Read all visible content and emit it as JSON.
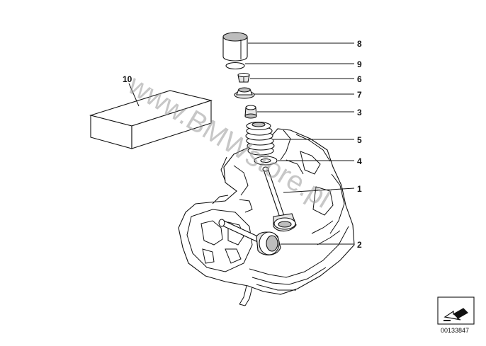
{
  "callouts": {
    "c1": "1",
    "c2": "2",
    "c3": "3",
    "c4": "4",
    "c5": "5",
    "c6": "6",
    "c7": "7",
    "c8": "8",
    "c9": "9",
    "c10": "10"
  },
  "watermark": "www.BMWstore.pl",
  "document_number": "00133847",
  "nav_icon": "arrow-to-next-icon",
  "colors": {
    "line": "#111111",
    "watermark": "#9a9a9a",
    "shade": "#bdbdbd"
  }
}
